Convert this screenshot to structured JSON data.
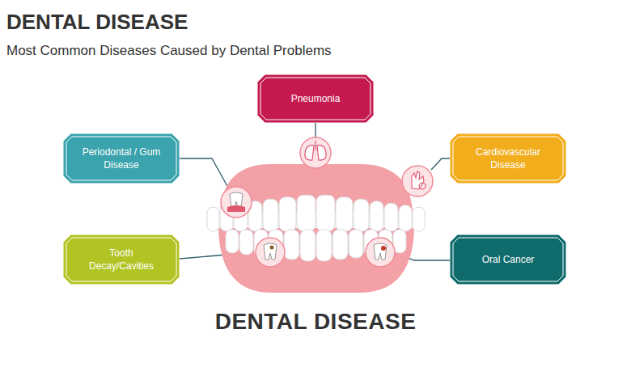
{
  "diagram": {
    "title": "DENTAL DISEASE",
    "nodes": [
      {
        "text": [
          "Pneumonia"
        ]
      },
      {
        "text": [
          "Periodontal / Gum Disease"
        ]
      },
      {
        "text": [
          "Cardiovascular Disease"
        ]
      },
      {
        "text": [
          "Tooth Decay/Cavities"
        ]
      },
      {
        "text": [
          "Oral Cancer"
        ]
      }
    ],
    "labels": [
      "Most Common Diseases Caused by Dental Problems",
      "DENTAL DISEASE"
    ]
  }
}
